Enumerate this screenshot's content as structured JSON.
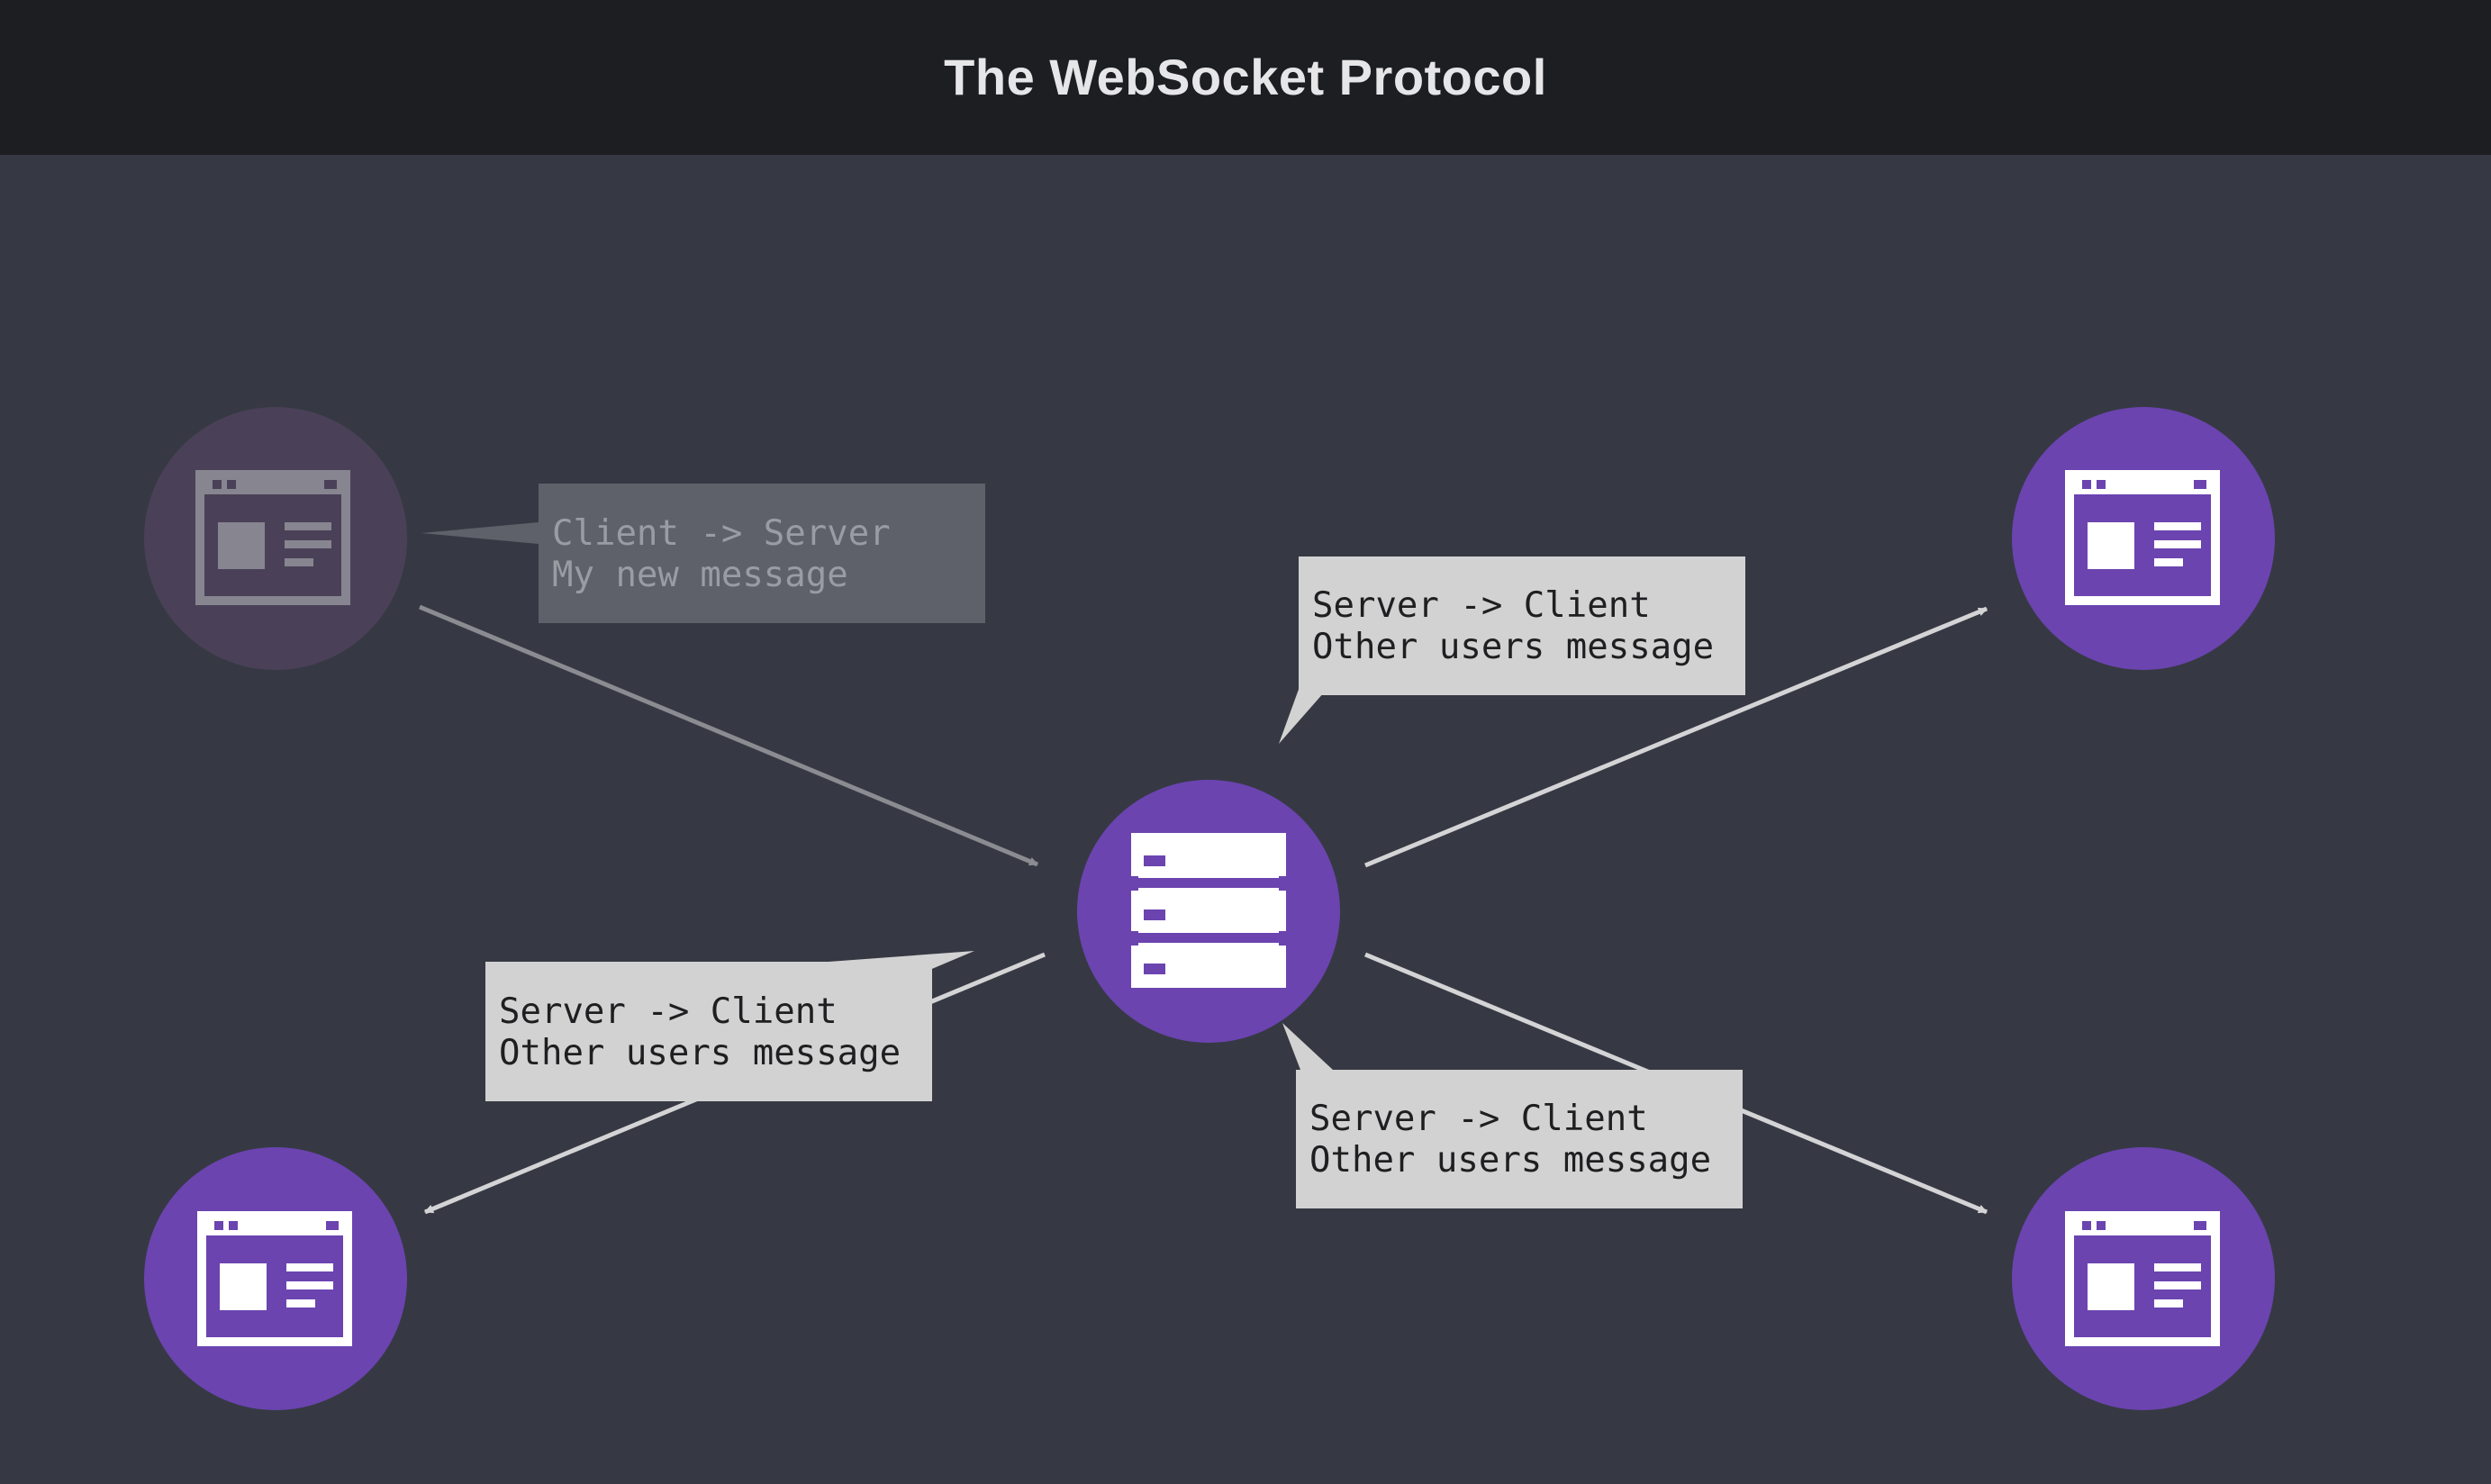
{
  "title": "The WebSocket Protocol",
  "colors": {
    "background": "#363943",
    "title_bar": "#1d1e22",
    "node_active": "#6b44b0",
    "node_inactive": "#4a4158",
    "bubble_active": "#d2d2d2",
    "bubble_inactive": "#5e6169",
    "arrow_active": "#d4d4d6",
    "arrow_inactive": "#8a8c92"
  },
  "nodes": [
    {
      "id": "client-top-left",
      "icon": "browser-window-icon",
      "state": "inactive"
    },
    {
      "id": "server",
      "icon": "server-icon",
      "state": "active"
    },
    {
      "id": "client-top-right",
      "icon": "browser-window-icon",
      "state": "active"
    },
    {
      "id": "client-bottom-left",
      "icon": "browser-window-icon",
      "state": "active"
    },
    {
      "id": "client-bottom-right",
      "icon": "browser-window-icon",
      "state": "active"
    }
  ],
  "messages": {
    "client_to_server": {
      "line1": "Client -> Server",
      "line2": "My new message"
    },
    "server_to_top_right": {
      "line1": "Server -> Client",
      "line2": "Other users message"
    },
    "server_to_bottom_left": {
      "line1": "Server -> Client",
      "line2": "Other users message"
    },
    "server_to_bottom_right": {
      "line1": "Server -> Client",
      "line2": "Other users message"
    }
  }
}
